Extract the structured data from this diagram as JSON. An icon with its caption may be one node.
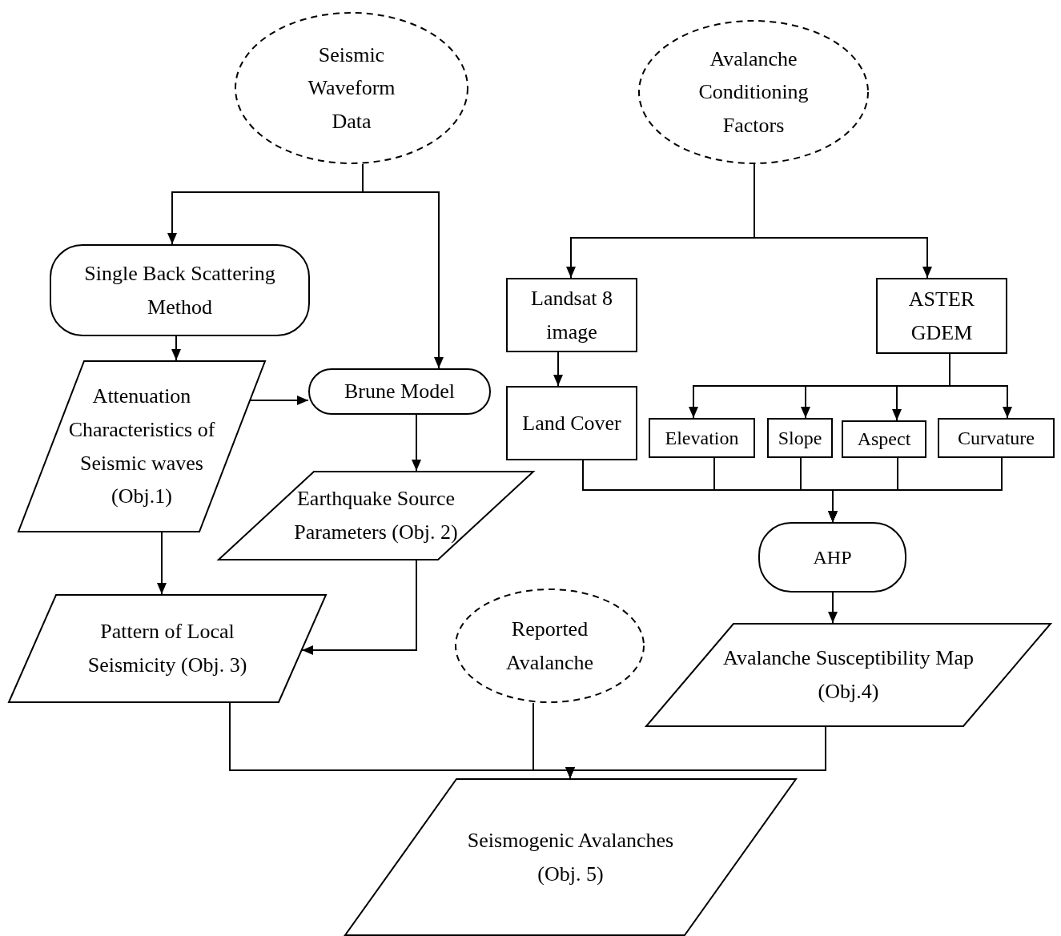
{
  "diagram": {
    "nodes": [
      {
        "text": [
          "Seismic Waveform Data"
        ]
      },
      {
        "text": [
          "Avalanche Conditioning Factors"
        ]
      },
      {
        "text": [
          "Single Back Scattering Method"
        ]
      },
      {
        "text": [
          "Attenuation Characteristics of Seismic waves (Obj.1)"
        ]
      },
      {
        "text": [
          "Brune Model"
        ]
      },
      {
        "text": [
          "Earthquake Source Parameters (Obj. 2)"
        ]
      },
      {
        "text": [
          "Pattern of Local Seismicity (Obj. 3)"
        ]
      },
      {
        "text": [
          "Reported Avalanche"
        ]
      },
      {
        "text": [
          "Landsat 8 image"
        ]
      },
      {
        "text": [
          "ASTER GDEM"
        ]
      },
      {
        "text": [
          "Land Cover"
        ]
      },
      {
        "text": [
          "Elevation"
        ]
      },
      {
        "text": [
          "Slope"
        ]
      },
      {
        "text": [
          "Aspect"
        ]
      },
      {
        "text": [
          "Curvature"
        ]
      },
      {
        "text": [
          "AHP"
        ]
      },
      {
        "text": [
          "Avalanche Susceptibility Map (Obj.4)"
        ]
      },
      {
        "text": [
          "Seismogenic Avalanches (Obj. 5)"
        ]
      }
    ],
    "edges": [
      {
        "from": 0,
        "to": 2,
        "arrow": "to"
      },
      {
        "from": 0,
        "to": 4,
        "arrow": "to"
      },
      {
        "from": 2,
        "to": 3,
        "arrow": "to"
      },
      {
        "from": 3,
        "to": 4,
        "arrow": "to"
      },
      {
        "from": 4,
        "to": 5,
        "arrow": "to"
      },
      {
        "from": 3,
        "to": 6,
        "arrow": "to"
      },
      {
        "from": 5,
        "to": 6,
        "arrow": "to"
      },
      {
        "from": 1,
        "to": 8,
        "arrow": "to"
      },
      {
        "from": 1,
        "to": 9,
        "arrow": "to"
      },
      {
        "from": 8,
        "to": 10,
        "arrow": "to"
      },
      {
        "from": 9,
        "to": 11,
        "arrow": "to"
      },
      {
        "from": 9,
        "to": 12,
        "arrow": "to"
      },
      {
        "from": 9,
        "to": 13,
        "arrow": "to"
      },
      {
        "from": 9,
        "to": 14,
        "arrow": "to"
      },
      {
        "from": 10,
        "to": 15,
        "arrow": "to"
      },
      {
        "from": 11,
        "to": 15,
        "arrow": "to"
      },
      {
        "from": 12,
        "to": 15,
        "arrow": "to"
      },
      {
        "from": 13,
        "to": 15,
        "arrow": "to"
      },
      {
        "from": 14,
        "to": 15,
        "arrow": "to"
      },
      {
        "from": 15,
        "to": 16,
        "arrow": "to"
      },
      {
        "from": 6,
        "to": 17,
        "arrow": "to"
      },
      {
        "from": 7,
        "to": 17,
        "arrow": "to"
      },
      {
        "from": 16,
        "to": 17,
        "arrow": "to"
      }
    ]
  }
}
